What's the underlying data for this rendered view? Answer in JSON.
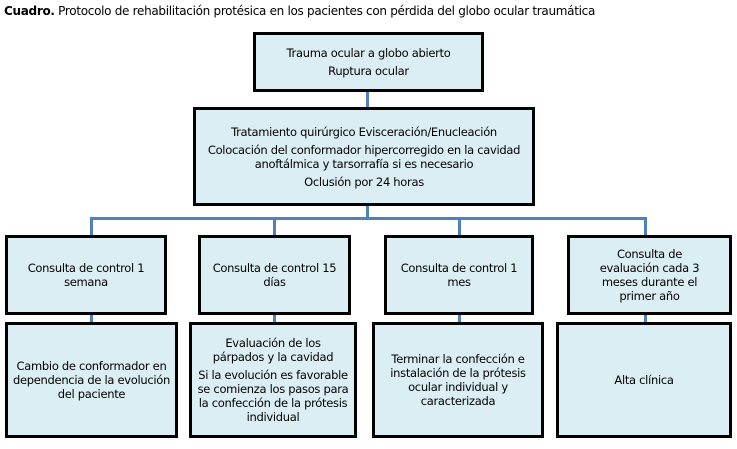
{
  "caption": {
    "label": "Cuadro.",
    "text": " Protocolo de rehabilitación protésica en los pacientes con pérdida del globo ocular traumática"
  },
  "top": {
    "line1": "Trauma ocular  a globo  abierto",
    "line2": "Ruptura ocular"
  },
  "treatment": {
    "line1": "Tratamiento quirúrgico  Evisceración/Enucleación",
    "line2": "Colocación del conformador hipercorregido  en la cavidad anoftálmica y tarsorrafía si es necesario",
    "line3": "Oclusión por 24 horas"
  },
  "visits": [
    {
      "title": "Consulta de control 1 semana",
      "detail": [
        "Cambio de conformador en dependencia de la evolución del paciente"
      ]
    },
    {
      "title": "Consulta de control 15 días",
      "detail": [
        "Evaluación de los párpados y la cavidad",
        "Si la evolución es favorable se comienza los pasos para la confección de la prótesis individual"
      ]
    },
    {
      "title": "Consulta de control 1 mes",
      "detail": [
        "Terminar la confección e instalación de la prótesis ocular individual y caracterizada"
      ]
    },
    {
      "title": "Consulta de evaluación cada 3 meses durante el primer año",
      "detail": [
        "Alta clínica"
      ]
    }
  ],
  "colors": {
    "fill": "#dbeef4",
    "connector": "#4f81bd",
    "border": "#000000"
  }
}
